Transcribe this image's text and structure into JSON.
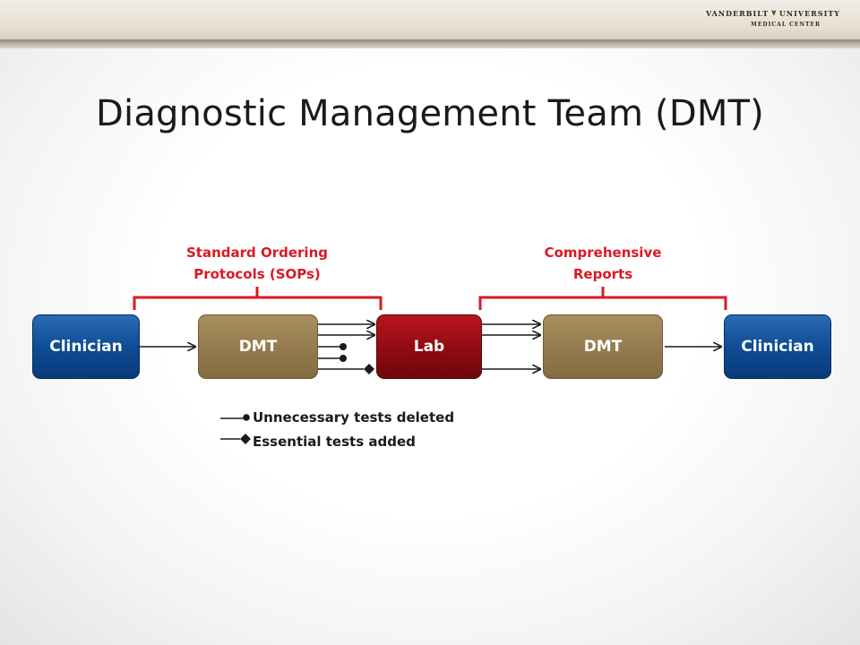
{
  "title": "Diagnostic Management Team (DMT)",
  "logo": {
    "line1_left": "VANDERBILT",
    "line1_right": "UNIVERSITY",
    "line2": "MEDICAL CENTER"
  },
  "brackets": {
    "sops": [
      "Standard Ordering",
      "Protocols (SOPs)"
    ],
    "reports": [
      "Comprehensive",
      "Reports"
    ]
  },
  "nodes": [
    {
      "id": "clinician-1",
      "label": "Clinician"
    },
    {
      "id": "dmt-1",
      "label": "DMT"
    },
    {
      "id": "lab",
      "label": "Lab"
    },
    {
      "id": "dmt-2",
      "label": "DMT"
    },
    {
      "id": "clinician-2",
      "label": "Clinician"
    }
  ],
  "legend": {
    "deleted": "Unnecessary tests deleted",
    "added": "Essential tests added"
  },
  "colors": {
    "accent_red": "#d91a23",
    "clinician_blue": "#0f4d95",
    "dmt_gold": "#957c4e",
    "lab_red": "#8e0c12"
  }
}
